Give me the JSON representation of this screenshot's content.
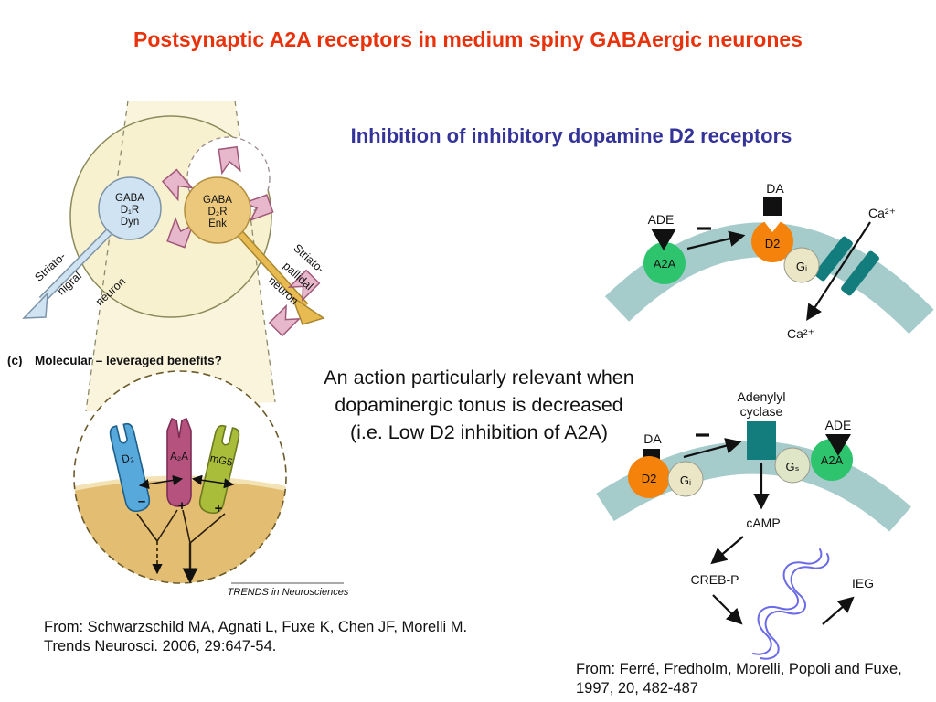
{
  "slide": {
    "title": "Postsynaptic A2A receptors in medium spiny GABAergic neurones",
    "subtitle": "Inhibition of inhibitory dopamine D2 receptors",
    "body": [
      "An action particularly relevant when",
      "dopaminergic tonus is decreased",
      "(i.e. Low D2 inhibition of A2A)"
    ],
    "citation_left": "From: Schwarzschild MA, Agnati L, Fuxe K, Chen JF, Morelli M. Trends Neurosci. 2006, 29:647-54.",
    "citation_right": "From: Ferré, Fredholm, Morelli, Popoli and Fuxe, 1997, 20, 482-487"
  },
  "left_figure": {
    "panel_c": "(c)",
    "panel_label": "Molecular – leveraged benefits?",
    "neuron_d1": {
      "line1": "GABA",
      "line2": "D₁R",
      "line3": "Dyn"
    },
    "neuron_d2": {
      "line1": "GABA",
      "line2": "D₂R",
      "line3": "Enk"
    },
    "nigral": [
      "Striato-",
      "nigral",
      "neuron"
    ],
    "pallidal": [
      "Striato-",
      "pallidal",
      "neuron"
    ],
    "receptors": {
      "d2": "D₂",
      "a2a": "A₂A",
      "mg5": "mG5"
    },
    "signs": {
      "d2": "–",
      "a2a": "+",
      "mg5": "+"
    },
    "journal": "TRENDS in Neurosciences"
  },
  "top_diagram": {
    "ade": "ADE",
    "a2a": "A2A",
    "da": "DA",
    "d2": "D2",
    "gi": "Gᵢ",
    "ca_top": "Ca²⁺",
    "ca_bottom": "Ca²⁺"
  },
  "bottom_diagram": {
    "da": "DA",
    "d2": "D2",
    "gi": "Gᵢ",
    "ac_line1": "Adenylyl",
    "ac_line2": "cyclase",
    "gs": "Gₛ",
    "a2a": "A2A",
    "ade": "ADE",
    "camp": "cAMP",
    "creb": "CREB-P",
    "ieg": "IEG"
  },
  "colors": {
    "title_red": "#e8320c",
    "subtitle_blue": "#333399",
    "membrane_teal": "#a5cbcb",
    "channel_teal": "#137c7c",
    "a2a_green": "#2ec46e",
    "d2_orange": "#f5820a",
    "g_protein_beige": "#eae6c6",
    "dna_helix_blue": "#6a6ae8",
    "striatum_pale_yellow": "#f8f1cf",
    "dendrite_tan": "#e3bd72",
    "d1_neuron_blue": "#cfe3f2",
    "d2_neuron_gold": "#ecc87c",
    "a2a_pink": "#e7b8cb",
    "receptor_blue": "#57a9dc",
    "receptor_magenta": "#b5537e",
    "receptor_olive": "#aabd3b"
  }
}
